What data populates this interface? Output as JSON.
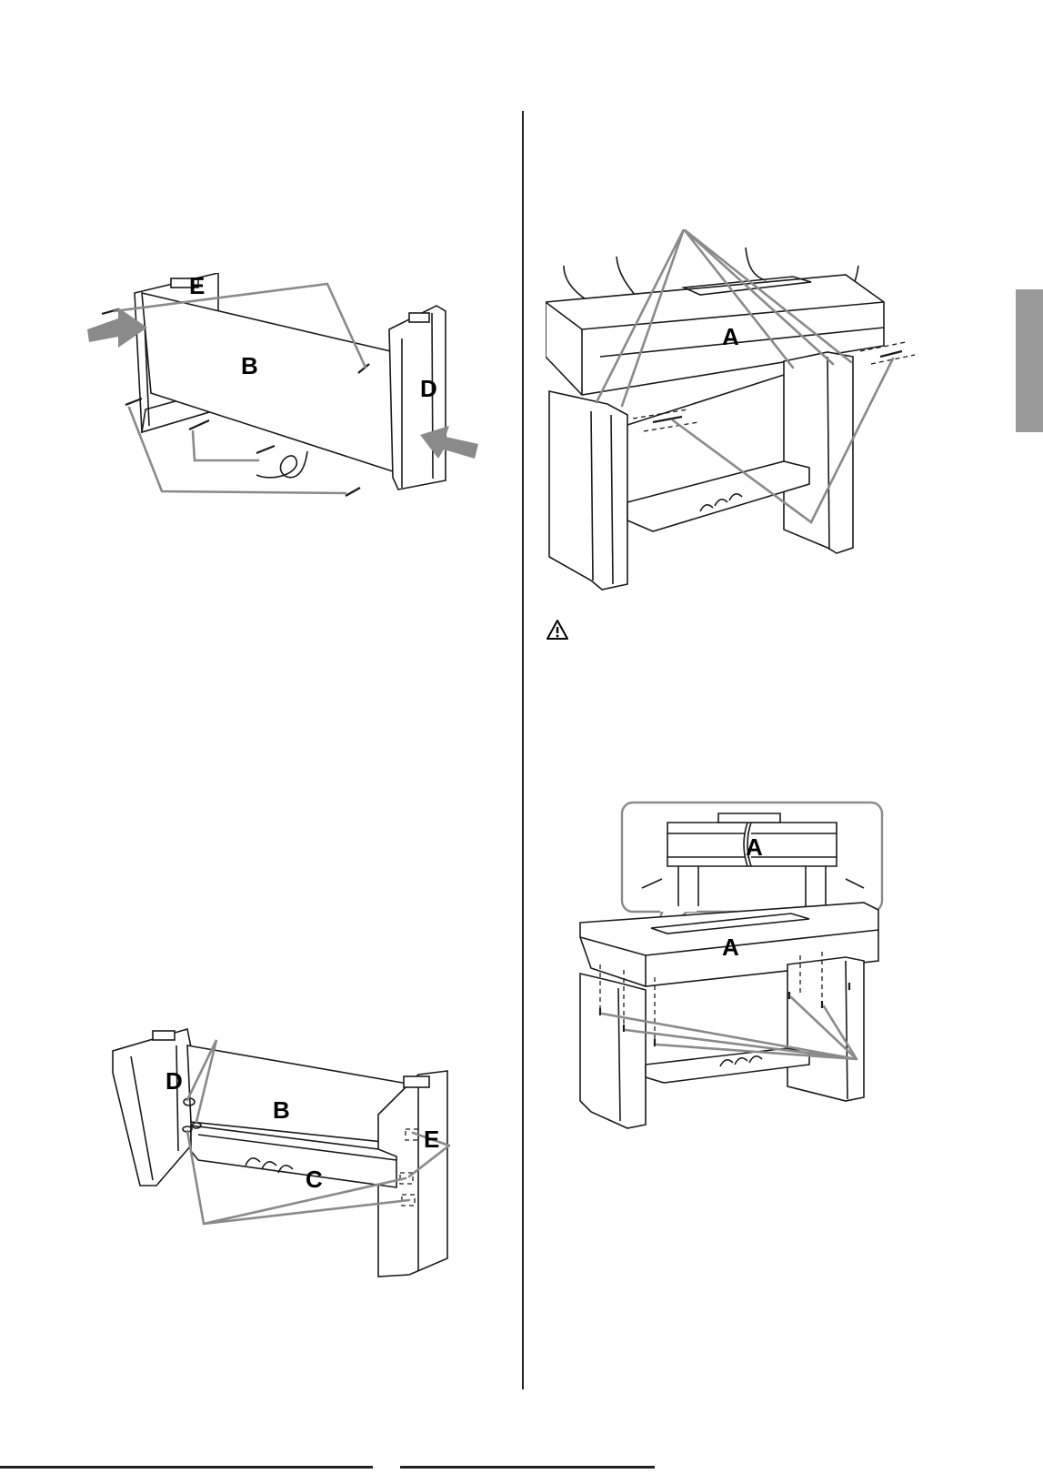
{
  "labels": {
    "fig1": {
      "e": "E",
      "b": "B",
      "d": "D"
    },
    "fig2": {
      "a": "A"
    },
    "fig3": {
      "d": "D",
      "b": "B",
      "c": "C",
      "e": "E"
    },
    "fig4": {
      "inset_a": "A",
      "a": "A"
    }
  },
  "icons": {
    "caution": "warning-triangle-icon"
  },
  "colors": {
    "leader_lines": "#8a8a8a",
    "arrows": "#8a8a8a",
    "side_tab": "#9a9a9a",
    "ink": "#1a1a1a"
  }
}
